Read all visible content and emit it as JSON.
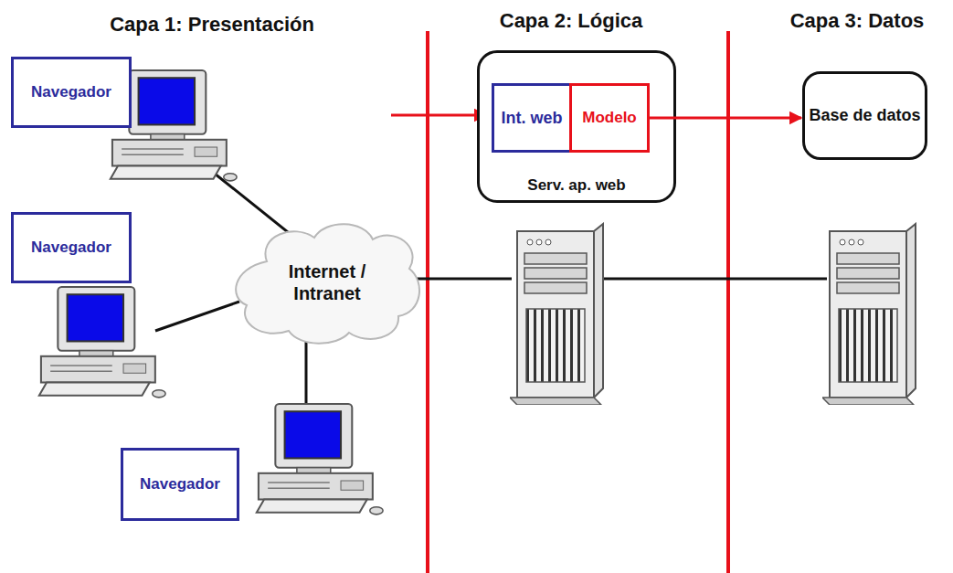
{
  "diagram": {
    "nodes": [
      {
        "text": [
          "Navegador"
        ]
      },
      {
        "text": [
          "Serv. ap. web"
        ]
      },
      {
        "text": [
          "Int. web"
        ],
        "in": 1
      },
      {
        "text": [
          "Modelo"
        ],
        "in": 1
      },
      {
        "text": [
          "Base de datos"
        ]
      },
      {
        "text": [
          "Navegador"
        ]
      },
      {
        "text": [
          "Internet / Intranet"
        ]
      },
      {
        "text": [
          "Navegador"
        ]
      }
    ],
    "edges": [
      {
        "from": 3,
        "to": 4,
        "arrow": "to"
      }
    ],
    "labels": [
      "Capa 1: Presentación",
      "Capa 2: Lógica",
      "Capa 3: Datos"
    ]
  }
}
